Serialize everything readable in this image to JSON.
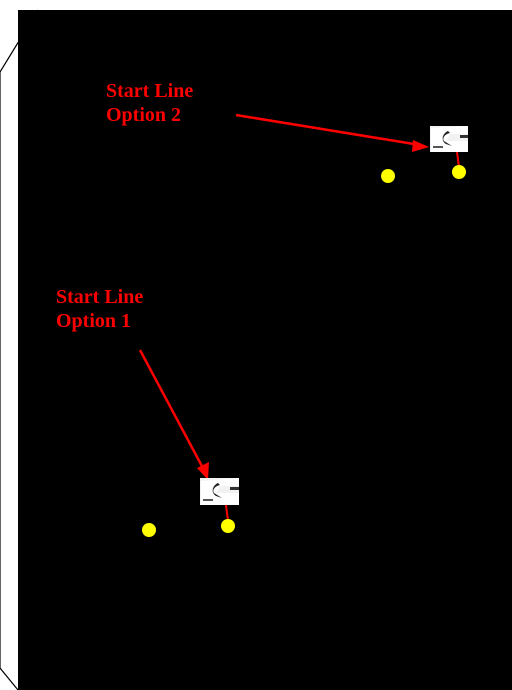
{
  "annotations": {
    "option_2": {
      "line1": "Start Line",
      "line2": "Option 2"
    },
    "option_1": {
      "line1": "Start Line",
      "line2": "Option 1"
    }
  },
  "colors": {
    "background": "#000000",
    "annotation": "#ff0000",
    "buoy": "#ffff00",
    "frame": "#000000",
    "page": "#ffffff"
  },
  "icons": {
    "buoy": "yellow-circle",
    "committee_boat": "white-boat-shape",
    "arrow": "red-arrow"
  }
}
